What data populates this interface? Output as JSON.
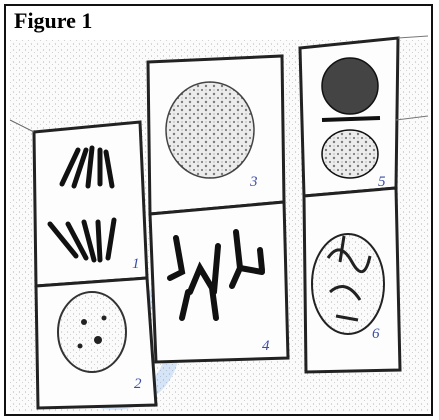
{
  "figure_label": "Figure 1",
  "cell_numbers": [
    "1",
    "2",
    "3",
    "4",
    "5",
    "6"
  ]
}
